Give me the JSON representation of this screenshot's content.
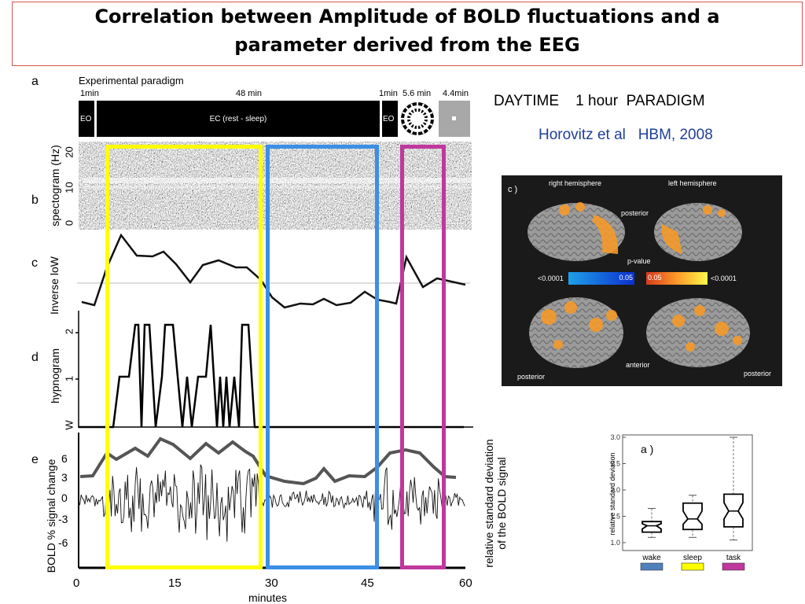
{
  "slide": {
    "title_line1": "Correlation between Amplitude of BOLD fluctuations and a",
    "title_line2": "parameter derived from the EEG",
    "daytime_label": "DAYTIME    1 hour  PARADIGM",
    "citation": "Horovitz et al   HBM, 2008"
  },
  "paradigm": {
    "heading": "Experimental paradigm",
    "timing_labels": [
      "1min",
      "48 min",
      "1min",
      "5.6 min",
      "4.4min"
    ],
    "segment_labels": [
      "EO",
      "EC (rest - sleep)",
      "EO"
    ]
  },
  "panels": {
    "letters": [
      "a",
      "b",
      "c",
      "d",
      "e"
    ],
    "spectogram_ylabel": "spectogram (Hz)",
    "spectogram_ticks": [
      "20",
      "10",
      "0"
    ],
    "invlow_ylabel": "Inverse loW",
    "hypnogram_ylabel": "hypnogram",
    "hypnogram_ticks": [
      "2",
      "1",
      "W"
    ],
    "bold_ylabel": "BOLD % signal change",
    "bold_ticks": [
      "6",
      "3",
      "0",
      "-3",
      "-6"
    ],
    "right_ylabel_line1": "relative standard deviation",
    "right_ylabel_line2": "of the  BOLD signal",
    "x_ticks": [
      "0",
      "15",
      "30",
      "45",
      "60"
    ],
    "x_label": "minutes"
  },
  "brain_figure": {
    "panel_label": "c )",
    "right_hemisphere": "right hemisphere",
    "left_hemisphere": "left hemisphere",
    "posterior_1": "posterior",
    "posterior_2": "posterior",
    "posterior_3": "posterior",
    "anterior": "anterior",
    "pvalue_label": "p-value",
    "blue_low": "<0.0001",
    "blue_high": "0.05",
    "red_low": "0.05",
    "red_high": "<0.0001"
  },
  "chart_data": {
    "type": "box",
    "title": "a )",
    "ylabel": "relative standard deviation",
    "ylim": [
      1.0,
      3.0
    ],
    "yticks": [
      "3.0",
      "2.5",
      "2.0",
      "1.5",
      "1.0"
    ],
    "categories": [
      "wake",
      "sleep",
      "task"
    ],
    "category_colors": [
      "#4f81bd",
      "#ffff00",
      "#c0379e"
    ],
    "boxes": [
      {
        "name": "wake",
        "min": 1.1,
        "q1": 1.2,
        "median": 1.32,
        "q3": 1.4,
        "max": 1.65
      },
      {
        "name": "sleep",
        "min": 1.1,
        "q1": 1.25,
        "median": 1.45,
        "q3": 1.75,
        "max": 1.9
      },
      {
        "name": "task",
        "min": 1.05,
        "q1": 1.3,
        "median": 1.6,
        "q3": 1.92,
        "max": 3.0
      }
    ]
  },
  "colors": {
    "title_border": "#d9534f",
    "yellow_box": "#ffff00",
    "blue_box": "#3b8fe6",
    "magenta_box": "#c0379e",
    "citation_blue": "#1f3f99"
  }
}
